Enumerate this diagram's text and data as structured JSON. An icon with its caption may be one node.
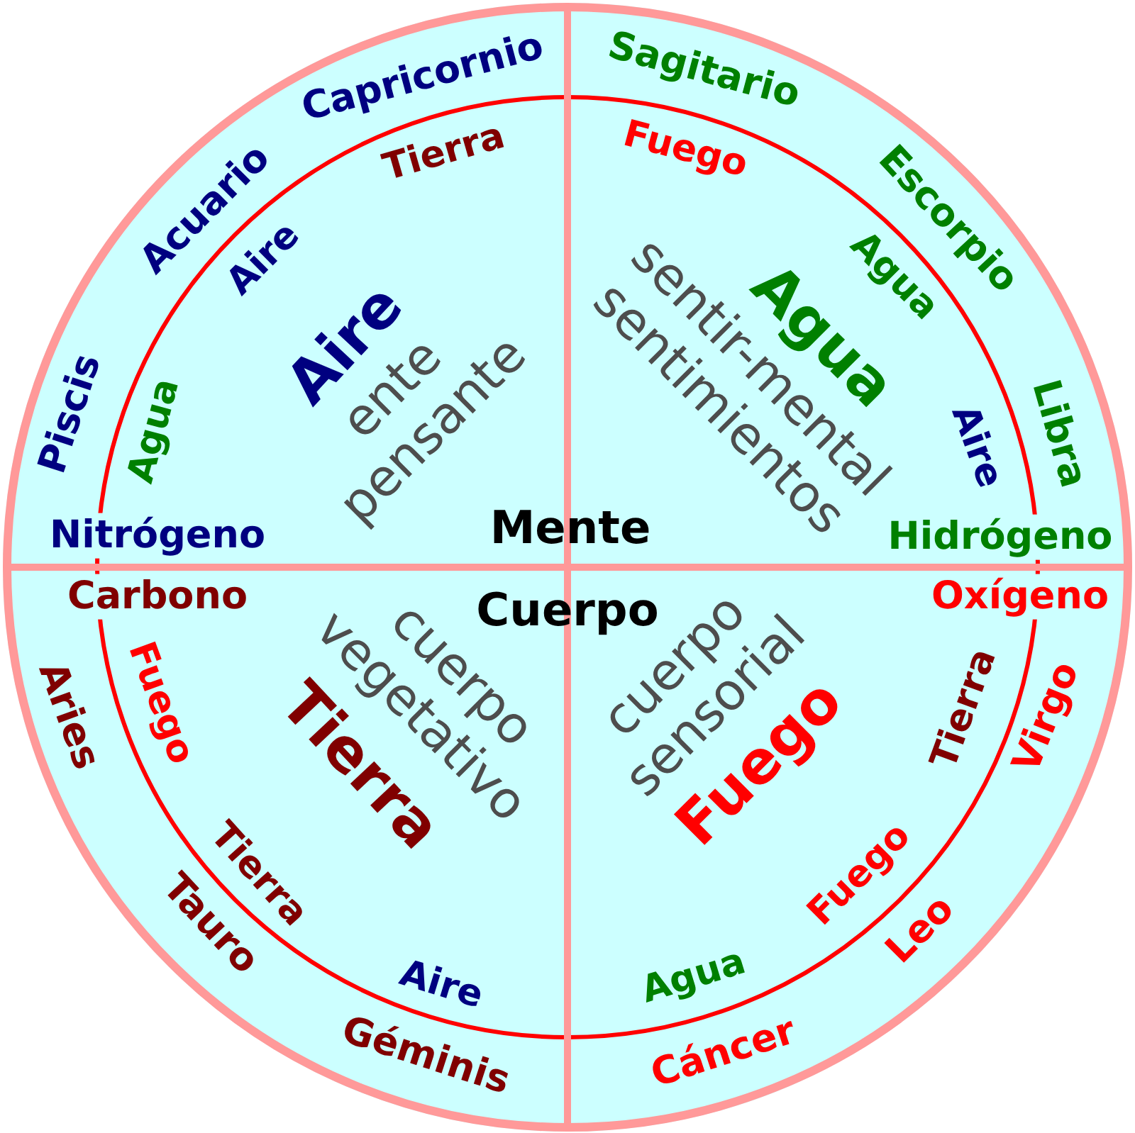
{
  "diagram": {
    "nodes": [
      {
        "text": [
          "Capricornio",
          "Sagitario",
          "Tierra",
          "Fuego",
          "Acuario",
          "Aire",
          "Agua",
          "Escorpio",
          "Aire",
          "ente pensante",
          "sentir-mental sentimientos",
          "Agua",
          "Piscis",
          "Agua",
          "Aire",
          "Libra",
          "Nitrógeno",
          "Mente",
          "Hidrógeno",
          "Carbono",
          "Cuerpo",
          "Oxígeno",
          "Aries",
          "Fuego",
          "cuerpo vegetativo",
          "Tierra",
          "cuerpo sensorial",
          "Fuego",
          "Tierra",
          "Virgo",
          "Tierra",
          "Fuego",
          "Tauro",
          "Aire",
          "Agua",
          "Leo",
          "Géminis",
          "Cáncer"
        ]
      }
    ]
  }
}
